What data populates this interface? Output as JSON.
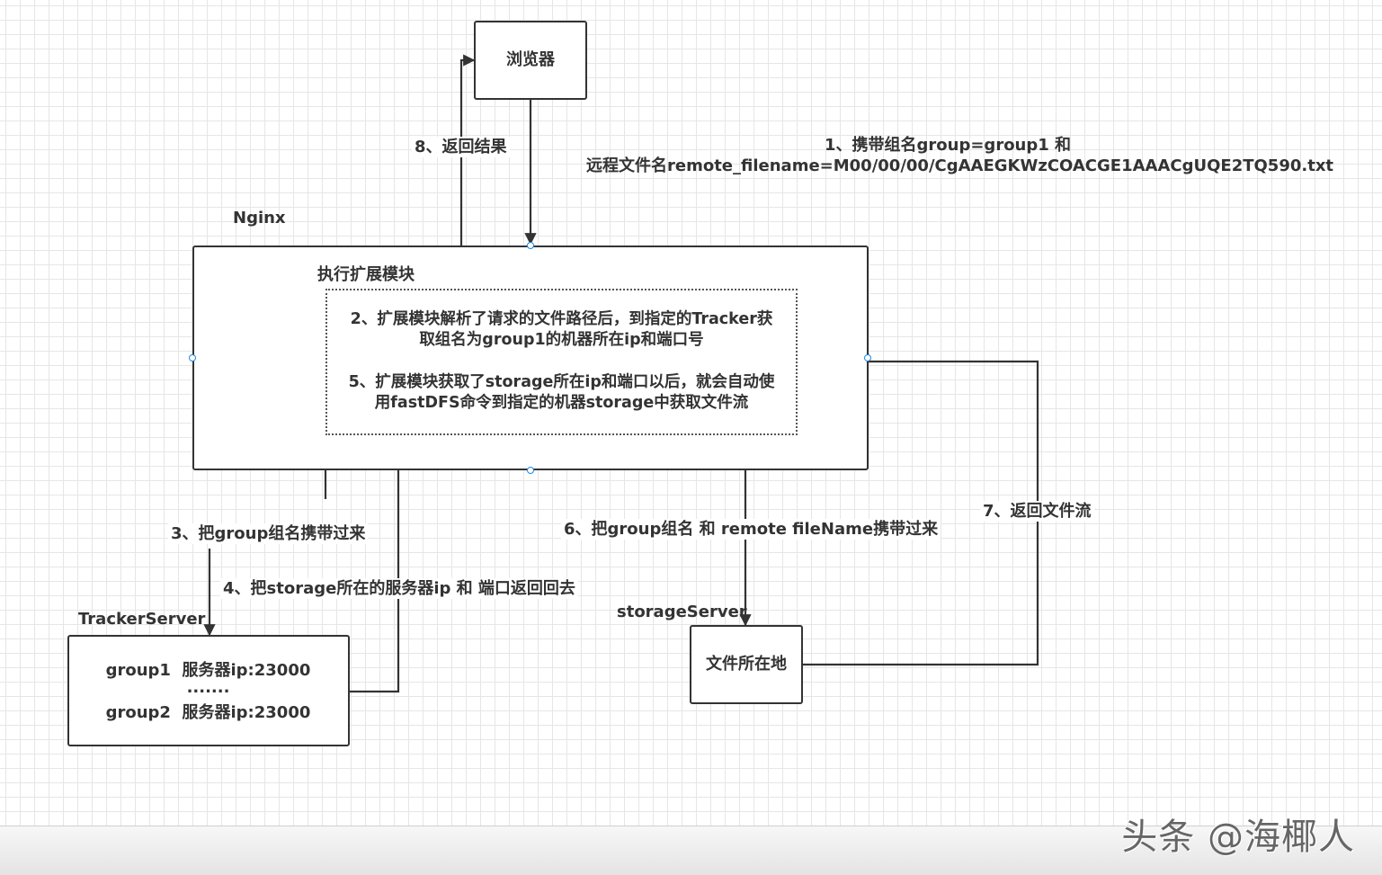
{
  "nodes": {
    "browser": "浏览器",
    "nginx_title": "Nginx",
    "module_title": "执行扩展模块",
    "module_step2": "2、扩展模块解析了请求的文件路径后，到指定的Tracker获\n取组名为group1的机器所在ip和端口号",
    "module_step5": "5、扩展模块获取了storage所在ip和端口以后，就会自动使\n用fastDFS命令到指定的机器storage中获取文件流",
    "tracker_title": "TrackerServer",
    "tracker_group1": "group1  服务器ip:23000",
    "tracker_dots": ".......",
    "tracker_group2": "group2  服务器ip:23000",
    "storage_title": "storageServer",
    "storage_box": "文件所在地"
  },
  "edges": {
    "step1_line1": "1、携带组名group=group1 和",
    "step1_line2": "远程文件名remote_filename=M00/00/00/CgAAEGKWzCOACGE1AAACgUQE2TQ590.txt",
    "step3": "3、把group组名携带过来",
    "step4": "4、把storage所在的服务器ip 和 端口返回回去",
    "step6": "6、把group组名 和 remote fileName携带过来",
    "step7": "7、返回文件流",
    "step8": "8、返回结果"
  },
  "watermark": "头条 @海椰人",
  "colors": {
    "stroke": "#333333",
    "grid": "#e6e6e6",
    "handle": "#1e88e5"
  }
}
